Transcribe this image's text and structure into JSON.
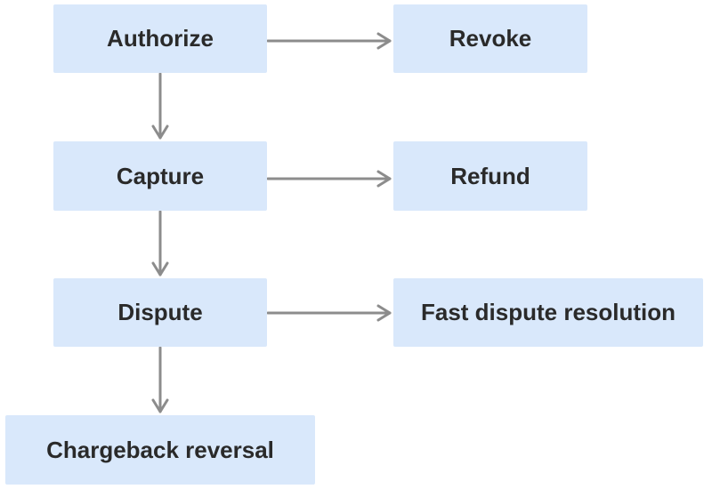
{
  "nodes": {
    "authorize": "Authorize",
    "revoke": "Revoke",
    "capture": "Capture",
    "refund": "Refund",
    "dispute": "Dispute",
    "fast_dispute_resolution": "Fast dispute resolution",
    "chargeback_reversal": "Chargeback reversal"
  },
  "edges": [
    {
      "from": "Authorize",
      "to": "Revoke"
    },
    {
      "from": "Authorize",
      "to": "Capture"
    },
    {
      "from": "Capture",
      "to": "Refund"
    },
    {
      "from": "Capture",
      "to": "Dispute"
    },
    {
      "from": "Dispute",
      "to": "Fast dispute resolution"
    },
    {
      "from": "Dispute",
      "to": "Chargeback reversal"
    }
  ],
  "colors": {
    "node_fill": "#d9e8fb",
    "text": "#2a2a2a",
    "arrow": "#8c8c8c"
  }
}
